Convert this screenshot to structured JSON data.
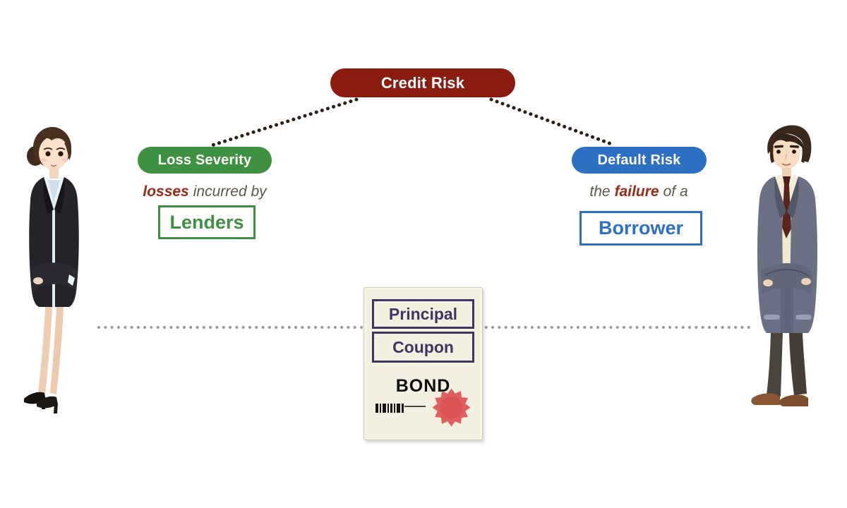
{
  "root_node": {
    "label": "Credit Risk",
    "bg_color": "#8a1d10"
  },
  "left_branch": {
    "node_label": "Loss Severity",
    "node_bg_color": "#3f9142",
    "caption_emphasis": "losses",
    "caption_rest": "incurred by",
    "entity_label": "Lenders",
    "entity_color": "#3f9142"
  },
  "right_branch": {
    "node_label": "Default Risk",
    "node_bg_color": "#2d6fc3",
    "caption_pre": "the",
    "caption_emphasis": "failure",
    "caption_post": "of a",
    "entity_label": "Borrower",
    "entity_color": "#2d6fc3"
  },
  "bond": {
    "fields": [
      "Principal",
      "Coupon"
    ],
    "title": "BOND",
    "field_color": "#3e3567",
    "paper_color": "#f4f0df",
    "seal_color": "#e05e5e"
  },
  "connectors": {
    "branch_dot_color": "#2f1d15",
    "baseline_dot_color": "#9a9a9a"
  },
  "text_colors": {
    "caption": "#5b564e",
    "emphasis": "#9c2a18"
  },
  "icons": {
    "seal": "starburst-seal-icon",
    "barcode": "barcode-icon",
    "left_person": "businesswoman-arms-crossed",
    "right_person": "businessman-arms-crossed"
  }
}
